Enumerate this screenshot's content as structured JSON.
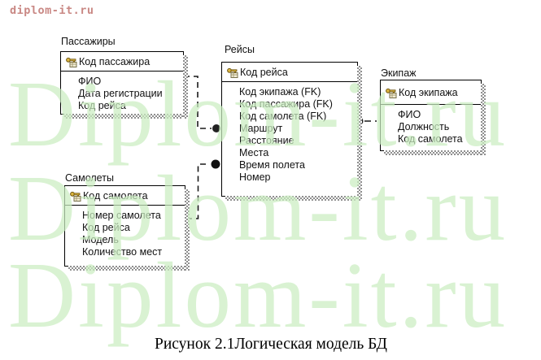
{
  "page": {
    "header_link": "diplom-it.ru",
    "caption": "Рисунок 2.1Логическая модель БД",
    "watermark": {
      "text": "Diplom-it.ru",
      "color": "#cbeec2",
      "rows": 3
    },
    "accent_red": "#c98884"
  },
  "diagram": {
    "notation": "IDEF1X",
    "entities": [
      {
        "id": "passengers",
        "title": "Пассажиры",
        "key": "Код пассажира",
        "attributes": [
          "ФИО",
          "Дата регистрации",
          "Код рейса"
        ]
      },
      {
        "id": "flights",
        "title": "Рейсы",
        "key": "Код рейса",
        "attributes": [
          "Код экипажа (FK)",
          "Код пассажира (FK)",
          "Код самолета (FK)",
          "Маршрут",
          "Расстояние",
          "Места",
          "Время полета",
          "Номер"
        ]
      },
      {
        "id": "crew",
        "title": "Экипаж",
        "key": "Код экипажа",
        "attributes": [
          "ФИО",
          "Должность",
          "Код самолета"
        ]
      },
      {
        "id": "planes",
        "title": "Самолеты",
        "key": "Код самолета",
        "attributes": [
          "Номер самолета",
          "Код рейса",
          "Модель",
          "Количество мест"
        ]
      }
    ],
    "relationships": [
      {
        "from": "Пассажиры",
        "to": "Рейсы",
        "line": "dashed",
        "end": "filled-circle"
      },
      {
        "from": "Самолеты",
        "to": "Рейсы",
        "line": "dashed",
        "end": "filled-circle"
      },
      {
        "from": "Рейсы",
        "to": "Экипаж",
        "line": "dashed",
        "end": "filled-circle"
      }
    ]
  }
}
